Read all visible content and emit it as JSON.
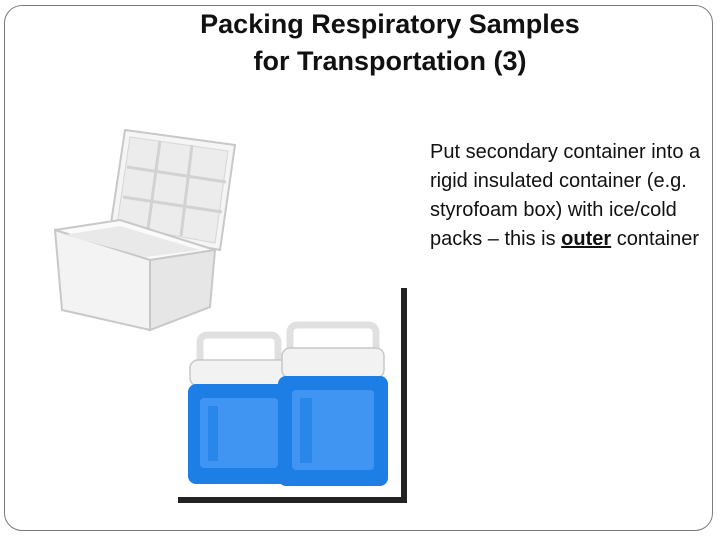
{
  "slide": {
    "title_line1": "Packing Respiratory Samples",
    "title_line2": "for Transportation (3)",
    "body_text_before": "Put secondary container into a rigid insulated container (e.g. styrofoam box) with ice/cold packs – this is ",
    "body_text_emphasis": "outer",
    "body_text_after": " container"
  },
  "images": {
    "left": "styrofoam-box-image",
    "right": "cooler-boxes-image"
  },
  "colors": {
    "cooler_blue": "#1d7ee6",
    "cooler_lid": "#f2f2f2",
    "frame": "#7a7a7a"
  }
}
